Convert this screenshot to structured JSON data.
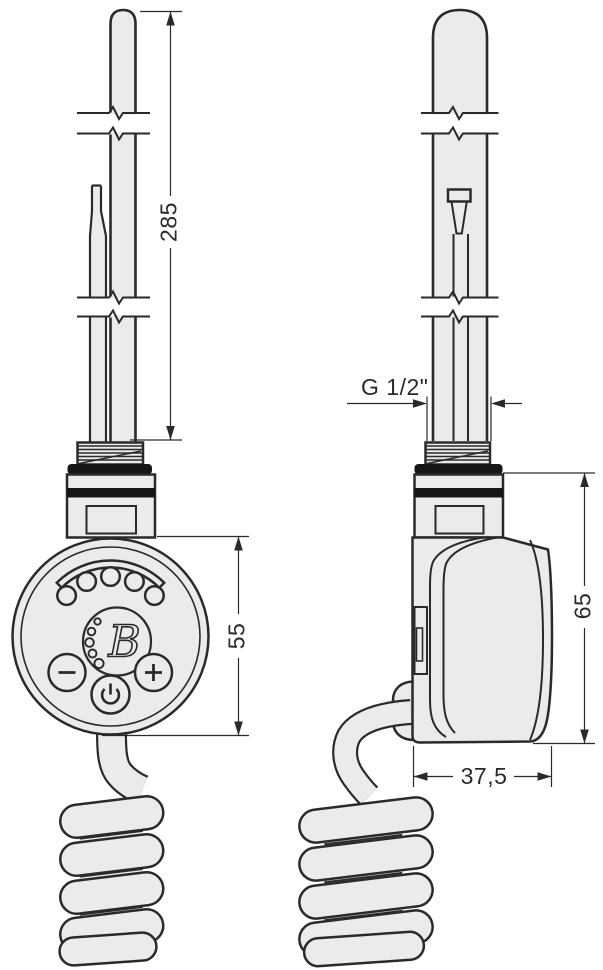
{
  "drawing": {
    "subject": "Electric heating element with control head - dimensioned technical drawing, front and side views",
    "colors": {
      "background": "#ffffff",
      "part_fill": "#eaebeb",
      "outline": "#2a2a2a",
      "seal_black": "#161616"
    },
    "front_view": {
      "dim_rod_length": "285",
      "dim_head_diameter": "55"
    },
    "side_view": {
      "dim_thread": "G 1/2\"",
      "dim_head_height": "65",
      "dim_head_depth": "37,5"
    },
    "head": {
      "logo_letter": "B",
      "led_count": 5,
      "buttons": [
        "minus",
        "power",
        "plus"
      ]
    }
  }
}
